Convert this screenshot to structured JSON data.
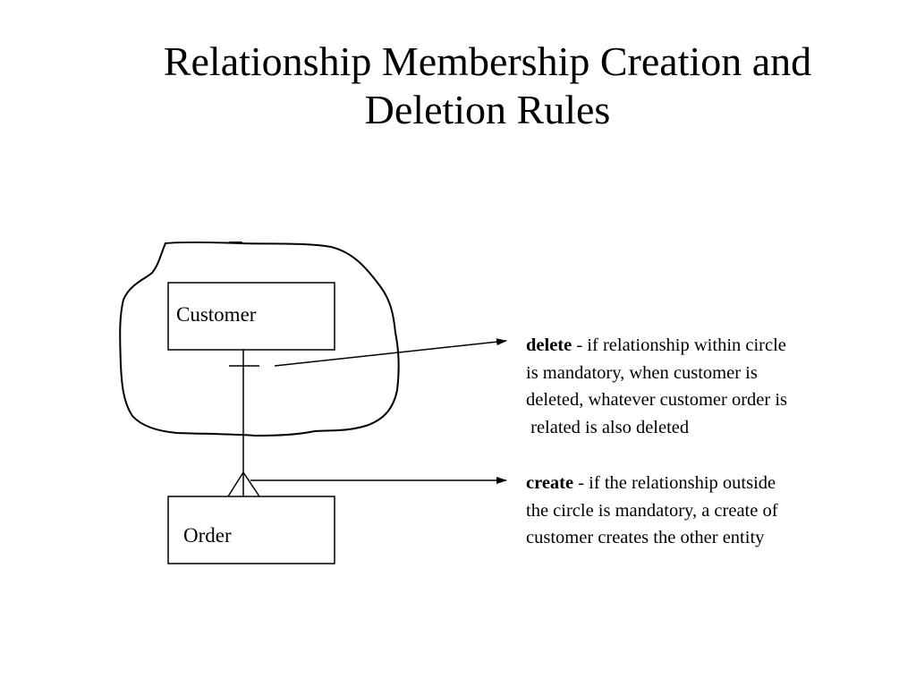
{
  "title": {
    "line1": "Relationship Membership Creation and",
    "line2": "Deletion Rules"
  },
  "diagram": {
    "entities": {
      "customer": "Customer",
      "order": "Order"
    },
    "notes": {
      "delete": {
        "keyword": "delete",
        "line1": " - if relationship within circle",
        "line2": "is mandatory, when customer is",
        "line3": "deleted, whatever customer order is",
        "line4": " related is also deleted"
      },
      "create": {
        "keyword": "create",
        "line1": " - if the relationship outside",
        "line2": "the circle is mandatory, a create of",
        "line3": "customer creates the other entity"
      }
    }
  }
}
